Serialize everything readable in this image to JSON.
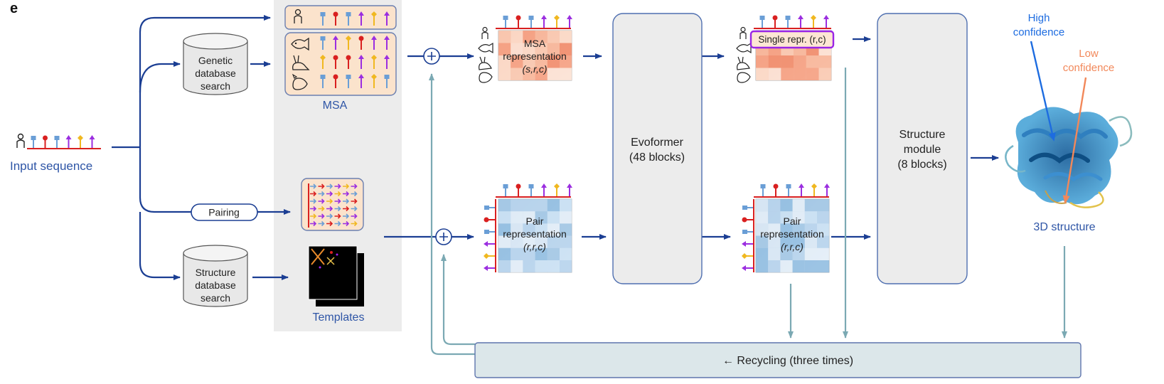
{
  "panel_label": "e",
  "input": {
    "label": "Input sequence"
  },
  "databases": {
    "genetic": [
      "Genetic",
      "database",
      "search"
    ],
    "structure": [
      "Structure",
      "database",
      "search"
    ]
  },
  "pairing_label": "Pairing",
  "msa_label": "MSA",
  "templates_label": "Templates",
  "msa_repr": {
    "line1": "MSA",
    "line2": "representation",
    "line3": "(s,r,c)"
  },
  "pair_repr_left": {
    "line1": "Pair",
    "line2": "representation",
    "line3": "(r,r,c)"
  },
  "evoformer": {
    "line1": "Evoformer",
    "line2": "(48 blocks)"
  },
  "single_repr": {
    "text": "Single repr. (r,c)"
  },
  "pair_repr_right": {
    "line1": "Pair",
    "line2": "representation",
    "line3": "(r,r,c)"
  },
  "structure_module": {
    "line1": "Structure",
    "line2": "module",
    "line3": "(8 blocks)"
  },
  "structure_3d_label": "3D structure",
  "confidence": {
    "high": [
      "High",
      "confidence"
    ],
    "low": [
      "Low",
      "confidence"
    ]
  },
  "recycling_label": "← Recycling (three times)",
  "colors": {
    "arrow_blue": "#1b3e93",
    "recycle": "#7ba9b3",
    "label_blue": "#2e55a6",
    "high_conf": "#1d6ce0",
    "low_conf": "#f2885a",
    "residue_red": "#d92020",
    "residue_blue": "#6a9ed6",
    "residue_purple": "#9b2ee0",
    "residue_yellow": "#f0b820",
    "single_repr_outline": "#9a24e6"
  }
}
